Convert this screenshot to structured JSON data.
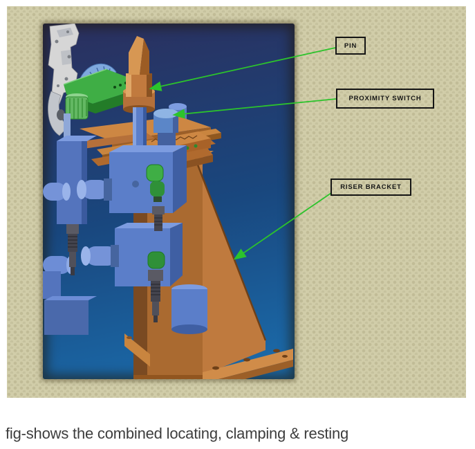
{
  "figure": {
    "callouts": [
      {
        "id": "pin",
        "label": "PIN"
      },
      {
        "id": "proximity-switch",
        "label": "PROXIMITY SWITCH"
      },
      {
        "id": "riser-bracket",
        "label": "RISER BRACKET"
      }
    ]
  },
  "caption": {
    "text": "fig-shows the combined locating, clamping & resting"
  },
  "colors": {
    "page-bg": "#ffffff",
    "slide-bg": "#d1cda9",
    "panel-top": "#2a3160",
    "panel-mid": "#19477e",
    "panel-bottom": "#1b6aa9",
    "arrow-green": "#2cc32c",
    "label-ink": "#151515",
    "caption-ink": "#3d3d3d",
    "copper": "#b5703a",
    "steel-blue": "#5b7ec9",
    "machine-green": "#2f9e33",
    "silver": "#d6d6d6"
  }
}
